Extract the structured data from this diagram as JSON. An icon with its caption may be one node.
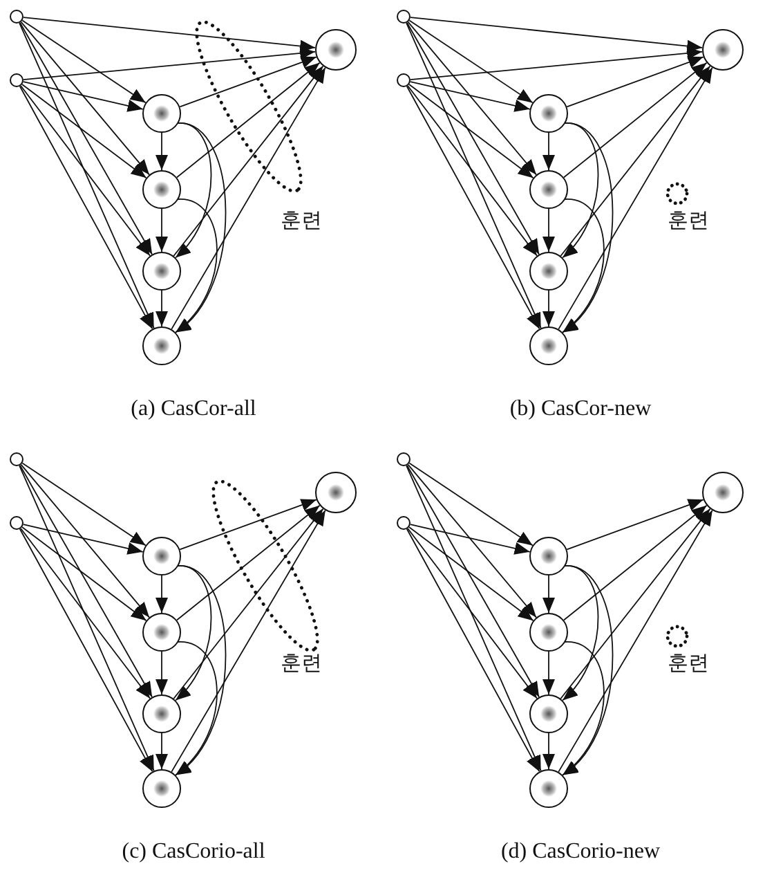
{
  "diagram": {
    "nodes": [
      {
        "text": [],
        "shape": "circle"
      },
      {
        "text": [],
        "shape": "circle"
      },
      {
        "text": [],
        "shape": "circle"
      },
      {
        "text": [],
        "shape": "circle"
      },
      {
        "text": [],
        "shape": "circle"
      },
      {
        "text": [],
        "shape": "circle"
      },
      {
        "text": [],
        "shape": "circle"
      },
      {
        "text": [],
        "shape": "circle"
      },
      {
        "text": [],
        "shape": "circle"
      },
      {
        "text": [],
        "shape": "circle"
      },
      {
        "text": [],
        "shape": "circle"
      },
      {
        "text": [],
        "shape": "circle"
      },
      {
        "text": [],
        "shape": "circle"
      },
      {
        "text": [],
        "shape": "circle"
      },
      {
        "text": [],
        "shape": "circle"
      },
      {
        "text": [],
        "shape": "circle"
      },
      {
        "text": [],
        "shape": "circle"
      },
      {
        "text": [],
        "shape": "circle"
      },
      {
        "text": [],
        "shape": "circle"
      },
      {
        "text": [],
        "shape": "circle"
      },
      {
        "text": [],
        "shape": "circle"
      },
      {
        "text": [],
        "shape": "circle"
      },
      {
        "text": [],
        "shape": "circle"
      },
      {
        "text": [],
        "shape": "circle"
      },
      {
        "text": [],
        "shape": "circle"
      },
      {
        "text": [],
        "shape": "circle"
      },
      {
        "text": [],
        "shape": "circle"
      },
      {
        "text": [],
        "shape": "circle"
      }
    ],
    "edges": [
      {
        "from": 0,
        "to": 6,
        "arrow": "to"
      },
      {
        "from": 1,
        "to": 6,
        "arrow": "to"
      },
      {
        "from": 0,
        "to": 2,
        "arrow": "to"
      },
      {
        "from": 1,
        "to": 2,
        "arrow": "to"
      },
      {
        "from": 0,
        "to": 3,
        "arrow": "to"
      },
      {
        "from": 1,
        "to": 3,
        "arrow": "to"
      },
      {
        "from": 0,
        "to": 4,
        "arrow": "to"
      },
      {
        "from": 1,
        "to": 4,
        "arrow": "to"
      },
      {
        "from": 0,
        "to": 5,
        "arrow": "to"
      },
      {
        "from": 1,
        "to": 5,
        "arrow": "to"
      },
      {
        "from": 2,
        "to": 3,
        "arrow": "to"
      },
      {
        "from": 3,
        "to": 4,
        "arrow": "to"
      },
      {
        "from": 4,
        "to": 5,
        "arrow": "to"
      },
      {
        "from": 2,
        "to": 4,
        "arrow": "to"
      },
      {
        "from": 2,
        "to": 5,
        "arrow": "to"
      },
      {
        "from": 3,
        "to": 5,
        "arrow": "to"
      },
      {
        "from": 2,
        "to": 6,
        "arrow": "to"
      },
      {
        "from": 3,
        "to": 6,
        "arrow": "to"
      },
      {
        "from": 4,
        "to": 6,
        "arrow": "to"
      },
      {
        "from": 5,
        "to": 6,
        "arrow": "to"
      },
      {
        "from": 7,
        "to": 13,
        "arrow": "to"
      },
      {
        "from": 8,
        "to": 13,
        "arrow": "to"
      },
      {
        "from": 7,
        "to": 9,
        "arrow": "to"
      },
      {
        "from": 8,
        "to": 9,
        "arrow": "to"
      },
      {
        "from": 7,
        "to": 10,
        "arrow": "to"
      },
      {
        "from": 8,
        "to": 10,
        "arrow": "to"
      },
      {
        "from": 7,
        "to": 11,
        "arrow": "to"
      },
      {
        "from": 8,
        "to": 11,
        "arrow": "to"
      },
      {
        "from": 7,
        "to": 12,
        "arrow": "to"
      },
      {
        "from": 8,
        "to": 12,
        "arrow": "to"
      },
      {
        "from": 9,
        "to": 10,
        "arrow": "to"
      },
      {
        "from": 10,
        "to": 11,
        "arrow": "to"
      },
      {
        "from": 11,
        "to": 12,
        "arrow": "to"
      },
      {
        "from": 9,
        "to": 11,
        "arrow": "to"
      },
      {
        "from": 9,
        "to": 12,
        "arrow": "to"
      },
      {
        "from": 10,
        "to": 12,
        "arrow": "to"
      },
      {
        "from": 9,
        "to": 13,
        "arrow": "to"
      },
      {
        "from": 10,
        "to": 13,
        "arrow": "to"
      },
      {
        "from": 11,
        "to": 13,
        "arrow": "to"
      },
      {
        "from": 12,
        "to": 13,
        "arrow": "to"
      },
      {
        "from": 14,
        "to": 16,
        "arrow": "to"
      },
      {
        "from": 15,
        "to": 16,
        "arrow": "to"
      },
      {
        "from": 14,
        "to": 17,
        "arrow": "to"
      },
      {
        "from": 15,
        "to": 17,
        "arrow": "to"
      },
      {
        "from": 14,
        "to": 18,
        "arrow": "to"
      },
      {
        "from": 15,
        "to": 18,
        "arrow": "to"
      },
      {
        "from": 14,
        "to": 19,
        "arrow": "to"
      },
      {
        "from": 15,
        "to": 19,
        "arrow": "to"
      },
      {
        "from": 16,
        "to": 17,
        "arrow": "to"
      },
      {
        "from": 17,
        "to": 18,
        "arrow": "to"
      },
      {
        "from": 18,
        "to": 19,
        "arrow": "to"
      },
      {
        "from": 16,
        "to": 18,
        "arrow": "to"
      },
      {
        "from": 16,
        "to": 19,
        "arrow": "to"
      },
      {
        "from": 17,
        "to": 19,
        "arrow": "to"
      },
      {
        "from": 16,
        "to": 20,
        "arrow": "to"
      },
      {
        "from": 17,
        "to": 20,
        "arrow": "to"
      },
      {
        "from": 18,
        "to": 20,
        "arrow": "to"
      },
      {
        "from": 19,
        "to": 20,
        "arrow": "to"
      },
      {
        "from": 21,
        "to": 23,
        "arrow": "to"
      },
      {
        "from": 22,
        "to": 23,
        "arrow": "to"
      },
      {
        "from": 21,
        "to": 24,
        "arrow": "to"
      },
      {
        "from": 22,
        "to": 24,
        "arrow": "to"
      },
      {
        "from": 21,
        "to": 25,
        "arrow": "to"
      },
      {
        "from": 22,
        "to": 25,
        "arrow": "to"
      },
      {
        "from": 21,
        "to": 26,
        "arrow": "to"
      },
      {
        "from": 22,
        "to": 26,
        "arrow": "to"
      },
      {
        "from": 23,
        "to": 24,
        "arrow": "to"
      },
      {
        "from": 24,
        "to": 25,
        "arrow": "to"
      },
      {
        "from": 25,
        "to": 26,
        "arrow": "to"
      },
      {
        "from": 23,
        "to": 25,
        "arrow": "to"
      },
      {
        "from": 23,
        "to": 26,
        "arrow": "to"
      },
      {
        "from": 24,
        "to": 26,
        "arrow": "to"
      },
      {
        "from": 23,
        "to": 27,
        "arrow": "to"
      },
      {
        "from": 24,
        "to": 27,
        "arrow": "to"
      },
      {
        "from": 25,
        "to": 27,
        "arrow": "to"
      },
      {
        "from": 26,
        "to": 27,
        "arrow": "to"
      }
    ],
    "labels": [
      "훈련",
      "훈련",
      "(a) CasCor-all",
      "(b) CasCor-new",
      "훈련",
      "훈련",
      "(c) CasCorio-all",
      "(d) CasCorio-new"
    ]
  }
}
